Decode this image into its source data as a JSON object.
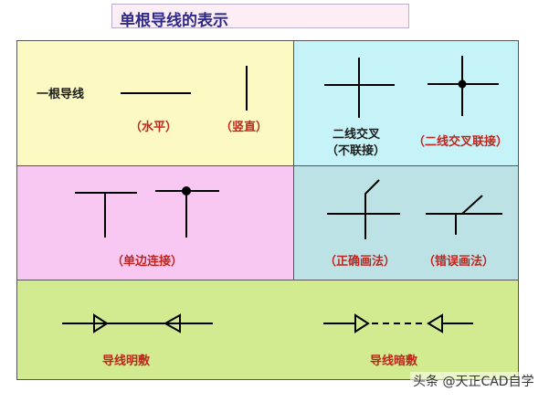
{
  "title": "单根导线的表示",
  "labels": {
    "single_wire": "一根导线",
    "horizontal": "（水平）",
    "vertical": "（竖直）",
    "cross_unconnected_1": "二线交叉",
    "cross_unconnected_2": "（不联接）",
    "cross_connected": "（二线交叉联接）",
    "single_side": "（单边连接）",
    "correct": "（正确画法）",
    "wrong": "（错误画法）",
    "wire_exposed": "导线明敷",
    "wire_concealed": "导线暗敷"
  },
  "watermark": "头条 @天正CAD自学"
}
